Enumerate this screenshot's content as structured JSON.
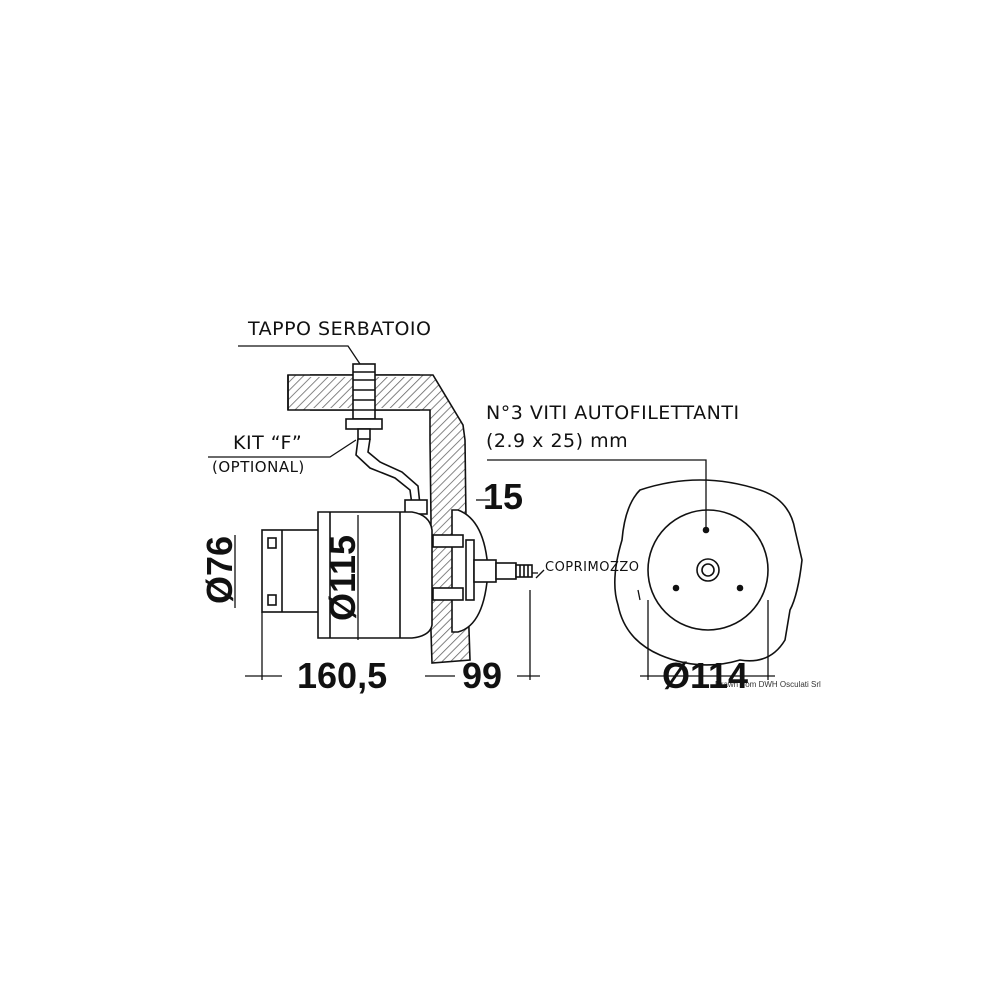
{
  "labels": {
    "tank_cap": "TAPPO SERBATOIO",
    "kit": "KIT “F”",
    "optional": "(OPTIONAL)",
    "screws_title": "N°3 VITI AUTOFILETTANTI",
    "screws_size": "(2.9 x 25) mm",
    "hub_cover": "COPRIMOZZO",
    "credit": "Drawn from DWH Osculati Srl"
  },
  "dimensions": {
    "d76": "Ø76",
    "d115": "Ø115",
    "len_160": "160,5",
    "len_99": "99",
    "thick_15": "15",
    "d114": "Ø114"
  },
  "colors": {
    "line": "#111111",
    "hatch": "#555555",
    "background": "#ffffff"
  }
}
